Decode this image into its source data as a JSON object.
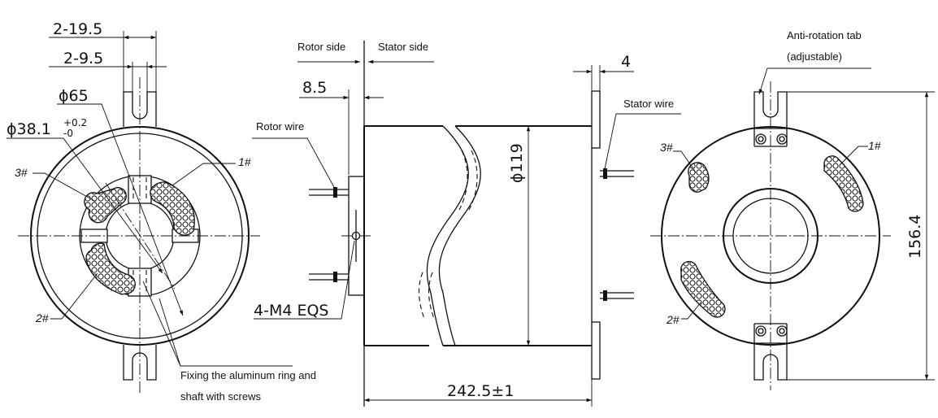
{
  "dimensions": {
    "tab_slot_outer": "2-19.5",
    "tab_slot_inner": "2-9.5",
    "outer_diameter": "ϕ65",
    "bore_diameter_base": "ϕ38.1",
    "bore_tol_upper": "+0.2",
    "bore_tol_lower": "-0",
    "rotor_flange_offset": "8.5",
    "stator_flange_thickness": "4",
    "body_diameter": "ϕ119",
    "screw_spec": "4-M4 EQS",
    "total_length": "242.5±1",
    "overall_height": "156.4"
  },
  "labels": {
    "rotor_side": "Rotor side",
    "stator_side": "Stator side",
    "rotor_wire": "Rotor wire",
    "stator_wire": "Stator wire",
    "fixing_line1": "Fixing the aluminum ring and",
    "fixing_line2": "shaft with screws",
    "anti_rotation_line1": "Anti-rotation tab",
    "anti_rotation_line2": "(adjustable)"
  },
  "left_view_channels": {
    "ch1": "1#",
    "ch2": "2#",
    "ch3": "3#"
  },
  "right_view_channels": {
    "ch1": "1#",
    "ch2": "2#",
    "ch3": "3#"
  }
}
